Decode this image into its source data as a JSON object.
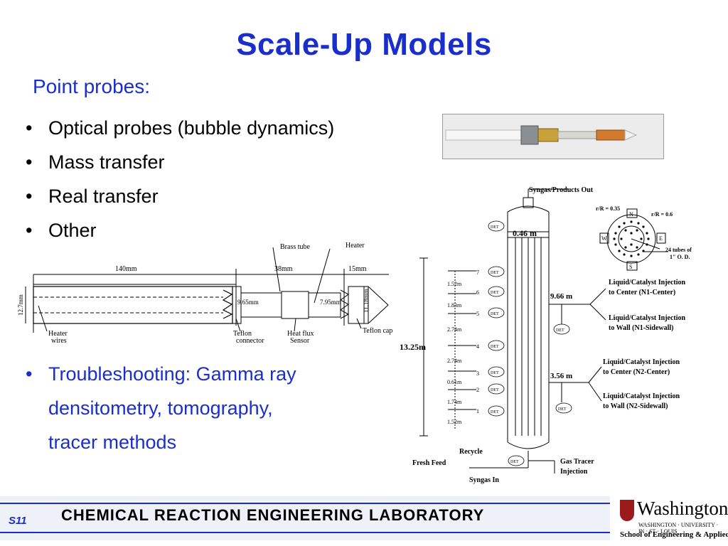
{
  "title": "Scale-Up Models",
  "subhead": "Point probes:",
  "bullets": [
    "Optical probes (bubble dynamics)",
    "Mass transfer",
    "Real transfer",
    "Other"
  ],
  "troubleshooting": {
    "line1": "Troubleshooting:  Gamma ray",
    "line2": "densitometry, tomography,",
    "line3": "tracer methods"
  },
  "probe_diagram": {
    "dims": {
      "d140": "140mm",
      "d38": "38mm",
      "d15": "15mm",
      "d127": "12.7mm",
      "d965": "9.65mm",
      "d795": "7.95mm",
      "d1118": "11.18mm"
    },
    "labels": {
      "brass_tube": "Brass tube",
      "heater": "Heater",
      "heater_wires_1": "Heater",
      "heater_wires_2": "wires",
      "teflon_1": "Teflon",
      "teflon_2": "connector",
      "heat_flux_1": "Heat flux",
      "heat_flux_2": "Sensor",
      "teflon_cap": "Teflon cap"
    }
  },
  "reactor": {
    "syngas_out": "Syngas/Products Out",
    "diameter": "0.46 m",
    "height": "13.25m",
    "h966": "9.66 m",
    "h356": "3.56 m",
    "det": "DET",
    "levels": [
      "7",
      "6",
      "5",
      "4",
      "3",
      "2",
      "1"
    ],
    "spacings": [
      "1.52m",
      "1.83m",
      "2.74m",
      "2.74m",
      "0.61m",
      "1.74m",
      "1.52m"
    ],
    "inj_n1c_1": "Liquid/Catalyst Injection",
    "inj_n1c_2": "to Center (N1-Center)",
    "inj_n1w_1": "Liquid/Catalyst Injection",
    "inj_n1w_2": "to Wall (N1-Sidewall)",
    "inj_n2c_1": "Liquid/Catalyst Injection",
    "inj_n2c_2": "to Center (N2-Center)",
    "inj_n2w_1": "Liquid/Catalyst Injection",
    "inj_n2w_2": "to Wall (N2-Sidewall)",
    "recycle": "Recycle",
    "fresh_feed": "Fresh Feed",
    "syngas_in": "Syngas In",
    "gas_tracer_1": "Gas Tracer",
    "gas_tracer_2": "Injection",
    "cross": {
      "r035": "r/R = 0.35",
      "r06": "r/R = 0.6",
      "n": "N",
      "s": "S",
      "w": "W",
      "e": "E",
      "tubes_1": "24 tubes of",
      "tubes_2": "1\" O. D."
    }
  },
  "footer": {
    "slide": "S11",
    "lab": "CHEMICAL  REACTION  ENGINEERING  LABORATORY"
  },
  "logo": {
    "name": "Washington",
    "sub1": "WASHINGTON · UNIVERSITY · IN · ST · LOUIS",
    "sub2": "School of Engineering & Applied Science"
  },
  "colors": {
    "accent": "#1a2ecc",
    "logo_shield": "#9b1b1b"
  }
}
